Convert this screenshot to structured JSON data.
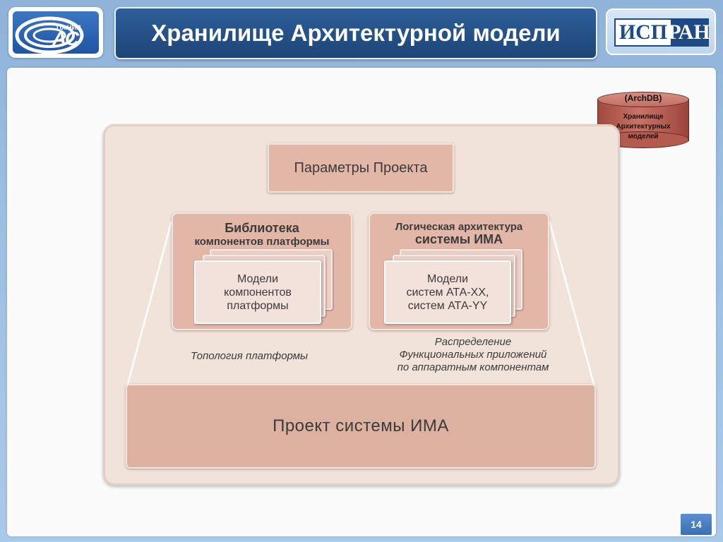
{
  "header": {
    "title": "Хранилище Архитектурной модели",
    "logo_left": {
      "small": "ГосНИИ",
      "big": "АС"
    },
    "logo_right": {
      "part1": "ИСП",
      "part2": "РАН"
    }
  },
  "archdb": {
    "code": "(ArchDB)",
    "lines": [
      "Хранилище",
      "Архитектурных",
      "моделей"
    ]
  },
  "diagram": {
    "params": "Параметры Проекта",
    "library": {
      "title": "Библиотека",
      "subtitle": "компонентов платформы",
      "card_lines": [
        "Модели",
        "компонентов",
        "платформы"
      ]
    },
    "logical": {
      "title": "Логическая архитектура",
      "subtitle": "системы ИМА",
      "card_lines": [
        "Модели",
        "систем АТА-ХХ,",
        "систем АТА-YY"
      ]
    },
    "topology_label": "Топология платформы",
    "distribution_label": [
      "Распределение",
      "Функциональных приложений",
      "по аппаратным компонентам"
    ],
    "project": "Проект системы ИМА"
  },
  "footer": {
    "page_number": "14"
  },
  "colors": {
    "title_bar": "#1d4577",
    "box": "#e2b7a7",
    "frame": "#f1e3da",
    "cylinder": "#b35b4f"
  }
}
